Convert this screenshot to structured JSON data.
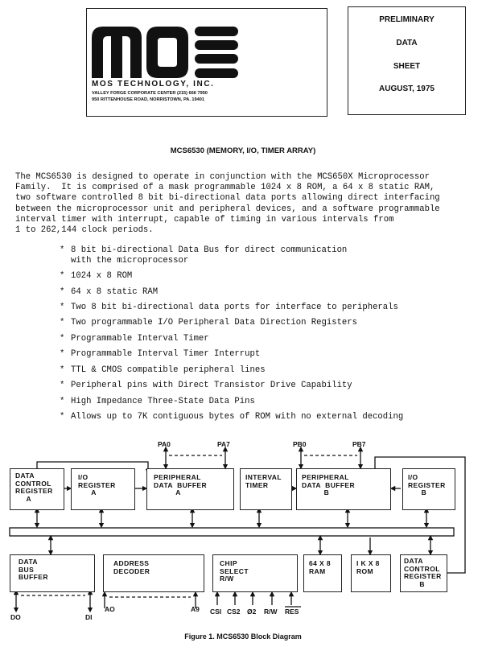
{
  "header": {
    "logo_text": "MOS",
    "company": "MOS TECHNOLOGY, INC.",
    "address_line1": "VALLEY FORGE CORPORATE CENTER (215) 666 7950",
    "address_line2": "950 RITTENHOUSE ROAD, NORRISTOWN, PA. 19401"
  },
  "prelim": {
    "line1": "PRELIMINARY",
    "line2": "DATA",
    "line3": "SHEET",
    "line4": "AUGUST, 1975"
  },
  "doc_title": "MCS6530 (MEMORY, I/O, TIMER ARRAY)",
  "intro": [
    "The MCS6530 is designed to operate in conjunction with the MCS650X Microprocessor",
    "Family.  It is comprised of a mask programmable 1024 x 8 ROM, a 64 x 8 static RAM,",
    "two software controlled 8 bit bi-directional data ports allowing direct interfacing",
    "between the microprocessor unit and peripheral devices, and a software programmable",
    "interval timer with interrupt, capable of timing in various intervals from",
    "1 to 262,144 clock periods."
  ],
  "bullet": "*",
  "features": [
    "8 bit bi-directional Data Bus for direct communication\nwith the microprocessor",
    "1024 x 8 ROM",
    "64 x 8 static RAM",
    "Two 8 bit bi-directional data ports for interface to peripherals",
    "Two programmable I/O Peripheral Data Direction Registers",
    "Programmable Interval Timer",
    "Programmable Interval Timer Interrupt",
    "TTL & CMOS compatible peripheral lines",
    "Peripheral pins with Direct Transistor Drive Capability",
    "High Impedance Three-State Data Pins",
    "Allows up to 7K contiguous bytes of ROM with no external decoding"
  ],
  "diagram": {
    "blocks": {
      "dcr_a": "DATA\nCONTROL\nREGISTER\n     A",
      "io_reg_a": "I/O\nREGISTER\n      A",
      "pdb_a": "PERIPHERAL\nDATA  BUFFER\n          A",
      "timer": "INTERVAL\nTIMER",
      "pdb_b": "PERIPHERAL\nDATA  BUFFER\n          B",
      "io_reg_b": "I/O\nREGISTER\n      B",
      "data_bus_buffer": "DATA\nBUS\nBUFFER",
      "address_decoder": "ADDRESS\nDECODER",
      "chip_select": "CHIP\nSELECT\nR/W",
      "ram": "64 X 8\nRAM",
      "rom": "I K X 8\nROM",
      "dcr_b": "DATA\nCONTROL\nREGISTER\n       B"
    },
    "pins": {
      "pa0": "PA0",
      "pa7": "PA7",
      "pb0": "PB0",
      "pb7": "PB7",
      "d0": "DO",
      "d1": "DI",
      "a0": "AO",
      "a9": "A9",
      "cs1": "CSI",
      "cs2": "CS2",
      "phi2": "Ø2",
      "rw": "R/W",
      "res": "RES"
    }
  },
  "caption": "Figure 1. MCS6530  Block Diagram"
}
